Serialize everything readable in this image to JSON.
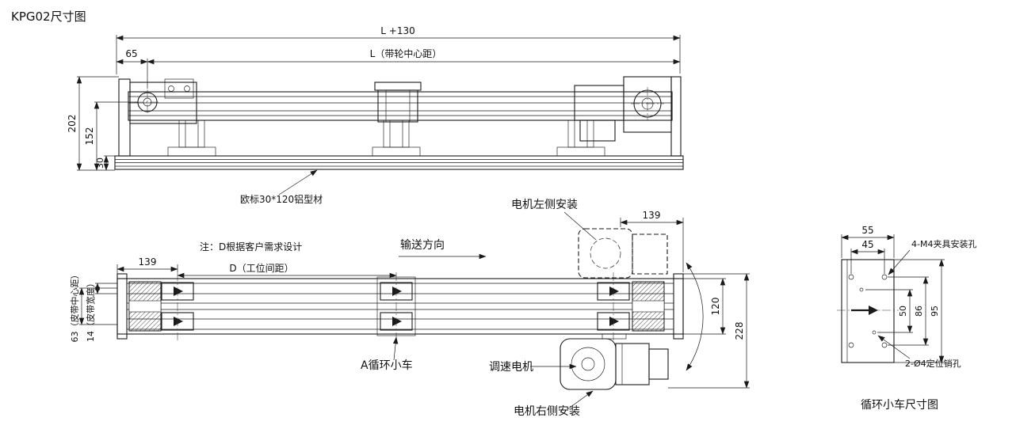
{
  "page": {
    "title": "KPG02尺寸图",
    "background": "#ffffff",
    "line_color": "#1a1a1a"
  },
  "top_view": {
    "dims": {
      "total_length": "L +130",
      "left_offset": "65",
      "pulley_center_distance": "L（带轮中心距）",
      "height_202": "202",
      "height_152": "152",
      "base_height_30": "30"
    },
    "labels": {
      "profile": "欧标30*120铝型材"
    }
  },
  "plan_view": {
    "dims": {
      "left_139": "139",
      "station_pitch": "D（工位间距）",
      "right_139": "139",
      "width_120": "120",
      "width_228": "228",
      "belt_center": "63（皮带中心距）",
      "belt_width": "14（皮带宽度）"
    },
    "labels": {
      "note": "注：D根据客户需求设计",
      "direction": "输送方向",
      "motor_left": "电机左侧安装",
      "cart": "A循环小车",
      "motor": "调速电机",
      "motor_right": "电机右侧安装"
    }
  },
  "detail_view": {
    "dims": {
      "w55": "55",
      "w45": "45",
      "h50": "50",
      "h86": "86",
      "h95": "95"
    },
    "labels": {
      "m4_holes": "4-M4夹具安装孔",
      "pin_holes": "2-Ø4定位销孔",
      "caption": "循环小车尺寸图"
    }
  }
}
